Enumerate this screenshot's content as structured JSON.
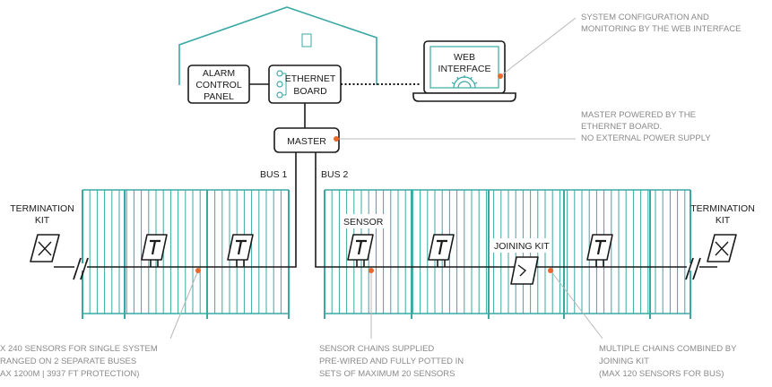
{
  "devices": {
    "alarm_panel": [
      "ALARM",
      "CONTROL",
      "PANEL"
    ],
    "ethernet_board": [
      "ETHERNET",
      "BOARD"
    ],
    "web_interface": [
      "WEB",
      "INTERFACE"
    ],
    "master": "MASTER"
  },
  "buses": {
    "bus1": "BUS 1",
    "bus2": "BUS 2"
  },
  "labels": {
    "termination_left": [
      "TERMINATION",
      "KIT"
    ],
    "termination_right": [
      "TERMINATION",
      "KIT"
    ],
    "sensor": "SENSOR",
    "joining_kit": "JOINING KIT"
  },
  "notes": {
    "web_config": [
      "SYSTEM CONFIGURATION AND",
      "MONITORING BY THE WEB INTERFACE"
    ],
    "master_power": [
      "MASTER POWERED BY THE",
      "ETHERNET BOARD.",
      "NO EXTERNAL POWER SUPPLY"
    ],
    "max_sensors": [
      "X 240 SENSORS FOR SINGLE SYSTEM",
      "RANGED ON 2 SEPARATE BUSES",
      "AX 1200M | 3937 FT PROTECTION)"
    ],
    "sensor_chains": [
      "SENSOR CHAINS  SUPPLIED",
      "PRE-WIRED AND FULLY POTTED IN",
      "SETS OF MAXIMUM 20 SENSORS"
    ],
    "multiple_chains": [
      "MULTIPLE CHAINS COMBINED BY",
      "JOINING KIT",
      "(MAX 120 SENSORS FOR BUS)"
    ]
  },
  "colors": {
    "fence": "#3aa9a4",
    "marker": "#e8692a",
    "line": "#1a1a1a",
    "note_text": "#8a8a8a"
  }
}
